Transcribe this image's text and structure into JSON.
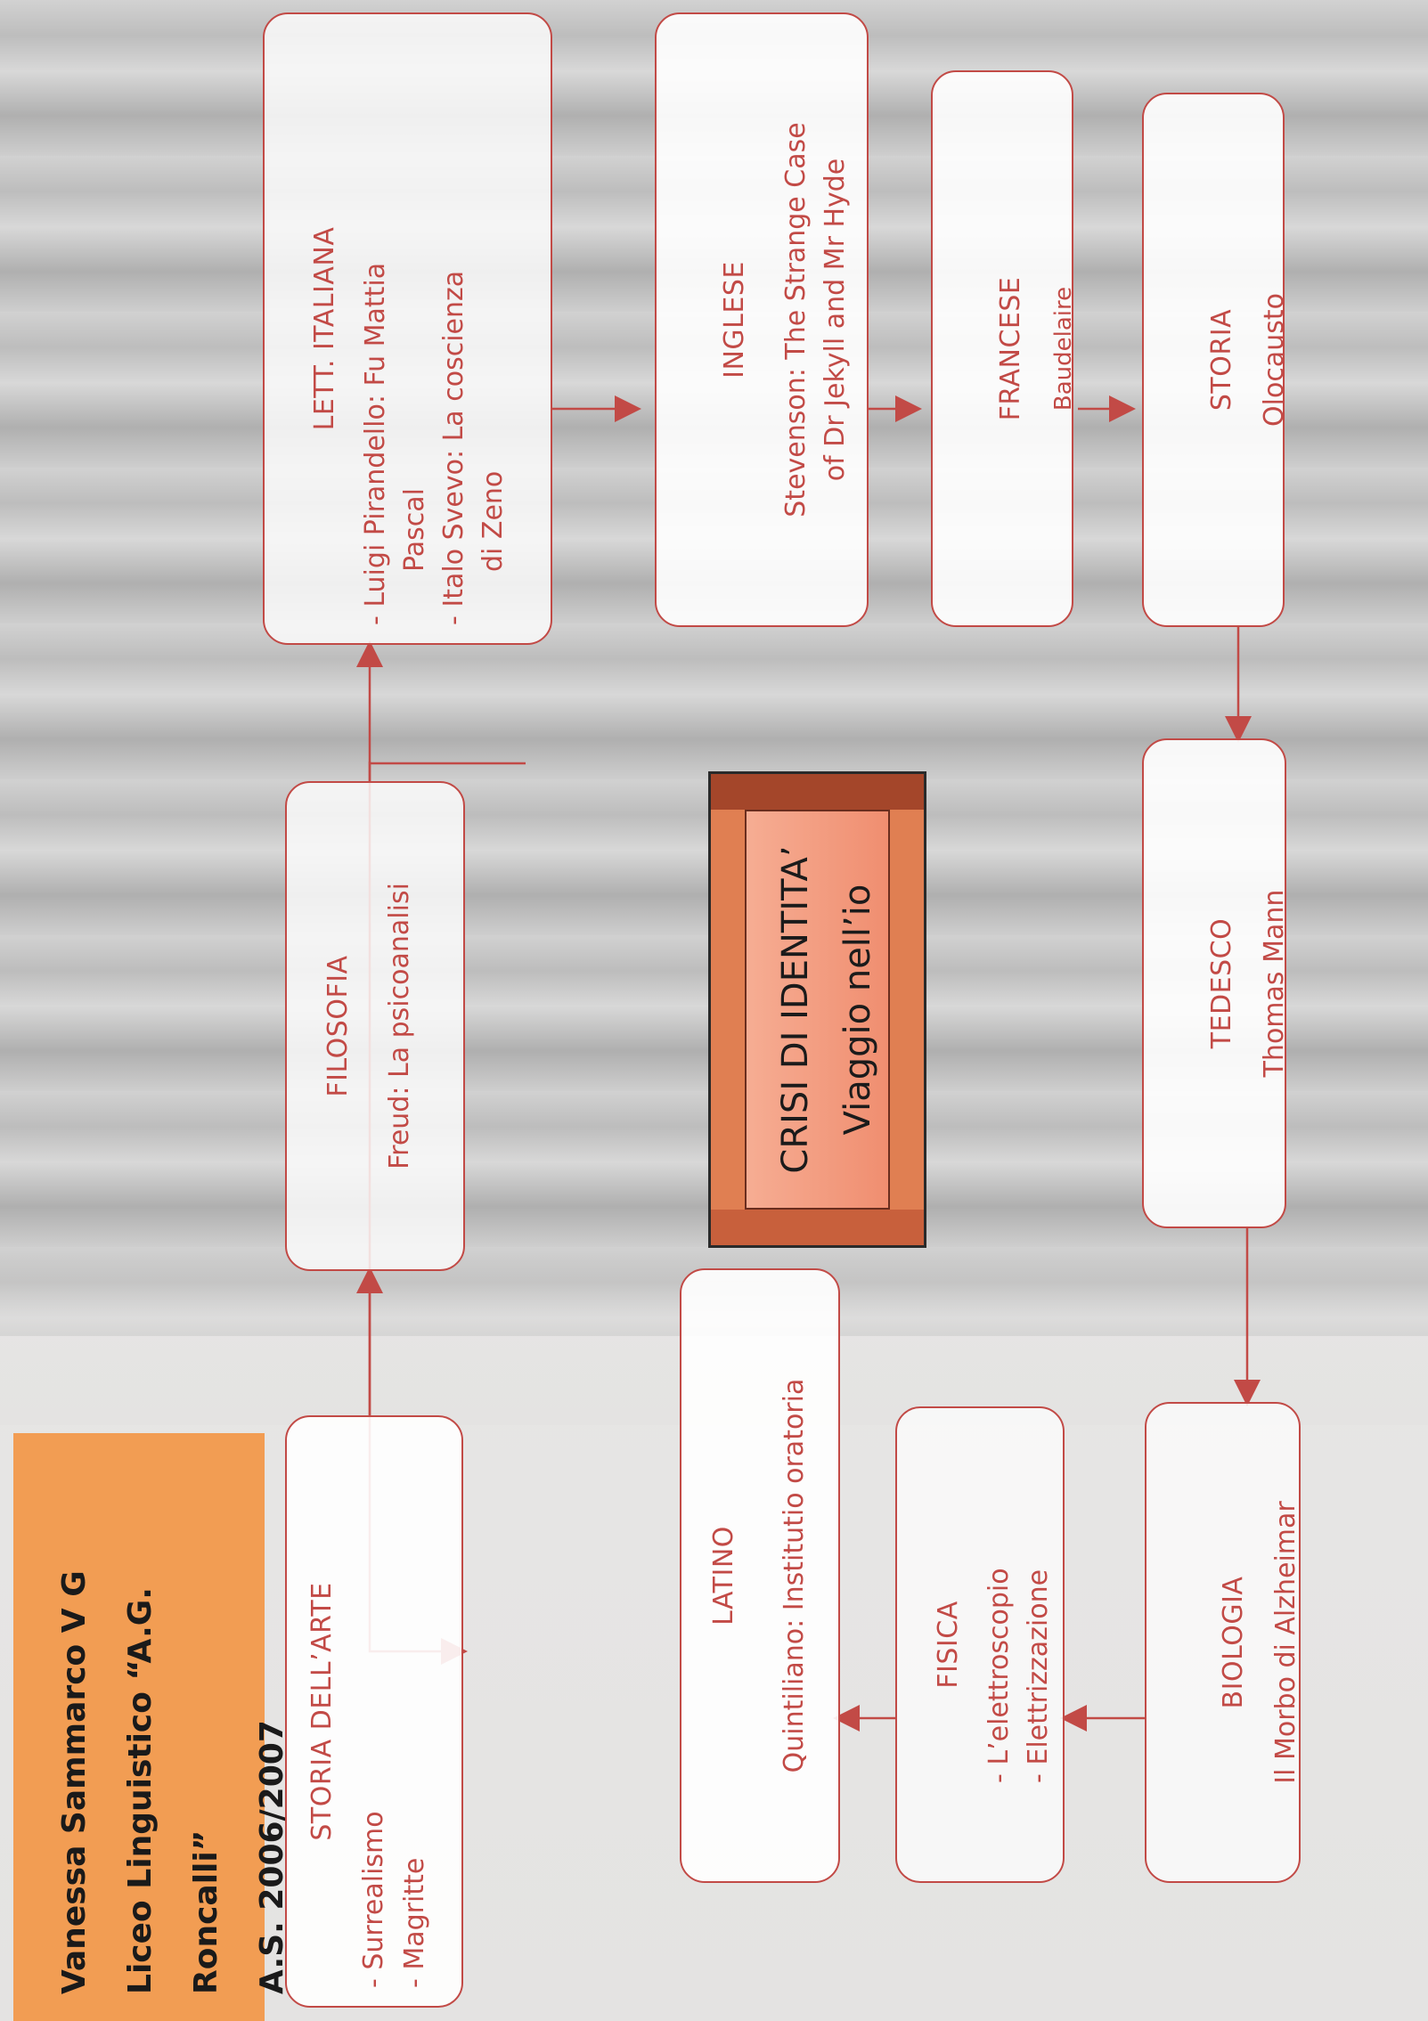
{
  "info": {
    "line1": "Vanessa Sammarco  V G",
    "line2": "Liceo Linguistico “A.G. Roncalli”",
    "line3": "A.S. 2006/2007"
  },
  "center": {
    "title": "CRISI DI IDENTITA’",
    "subtitle": "Viaggio nell’io"
  },
  "boxes": {
    "storia_arte": {
      "title": "STORIA DELL’ARTE",
      "items": [
        "- Surrealismo",
        "- Magritte"
      ]
    },
    "filosofia": {
      "title": "FILOSOFIA",
      "body": "Freud: La psicoanalisi"
    },
    "lett_italiana": {
      "title": "LETT. ITALIANA",
      "items": [
        "- Luigi Pirandello: Fu Mattia",
        "Pascal",
        "- Italo Svevo:  La coscienza",
        "di Zeno"
      ]
    },
    "inglese": {
      "title": "INGLESE",
      "items": [
        "Stevenson: The Strange Case",
        "of Dr Jekyll and Mr Hyde"
      ]
    },
    "francese": {
      "title": "FRANCESE",
      "body": "Baudelaire"
    },
    "storia": {
      "title": "STORIA",
      "body": "Olocausto"
    },
    "tedesco": {
      "title": "TEDESCO",
      "body": "Thomas Mann"
    },
    "biologia": {
      "title": "BIOLOGIA",
      "body": "Il Morbo di Alzheimar"
    },
    "fisica": {
      "title": "FISICA",
      "items": [
        "-   L’elettroscopio",
        "-   Elettrizzazione"
      ]
    },
    "latino": {
      "title": "LATINO",
      "body": "Quintiliano: Institutio oratoria"
    }
  },
  "colors": {
    "accent": "#c24a46",
    "info_bg": "#f29d53",
    "center_bg": "#f08e70"
  }
}
